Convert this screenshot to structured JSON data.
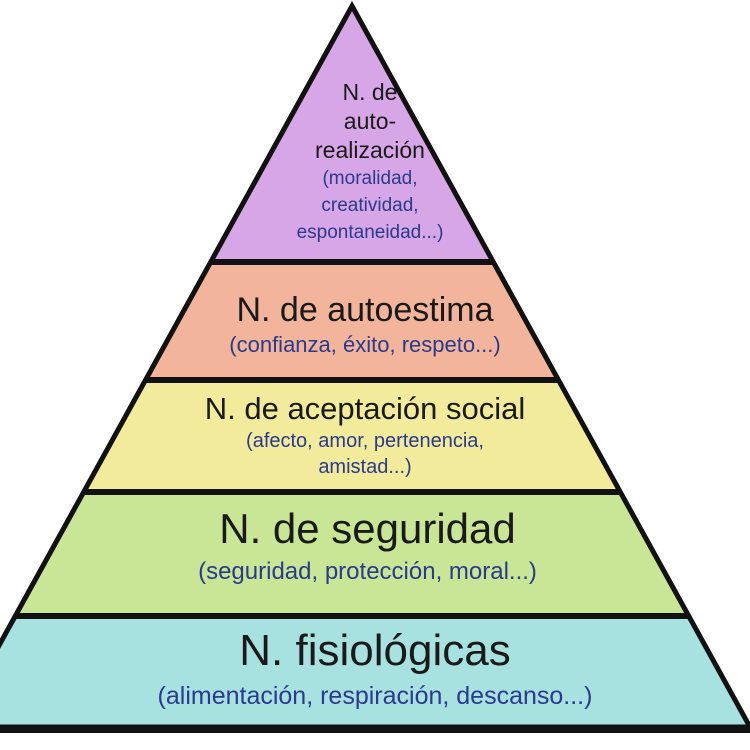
{
  "pyramid": {
    "levels": [
      {
        "title_lines": [
          "N. de",
          "auto-",
          "realización"
        ],
        "desc_lines": [
          "(moralidad,",
          "creatividad,",
          "espontaneidad...)"
        ],
        "color": "#d7a6e6"
      },
      {
        "title_lines": [
          "N. de autoestima"
        ],
        "desc_lines": [
          "(confianza, éxito, respeto...)"
        ],
        "color": "#f2b49a"
      },
      {
        "title_lines": [
          "N. de aceptación social"
        ],
        "desc_lines": [
          "(afecto, amor, pertenencia,",
          "amistad...)"
        ],
        "color": "#f1eb9b"
      },
      {
        "title_lines": [
          "N. de seguridad"
        ],
        "desc_lines": [
          "(seguridad, protección, moral...)"
        ],
        "color": "#c8e695"
      },
      {
        "title_lines": [
          "N. fisiológicas"
        ],
        "desc_lines": [
          "(alimentación, respiración, descanso...)"
        ],
        "color": "#a7e1e0"
      }
    ],
    "border_color": "#111111"
  }
}
